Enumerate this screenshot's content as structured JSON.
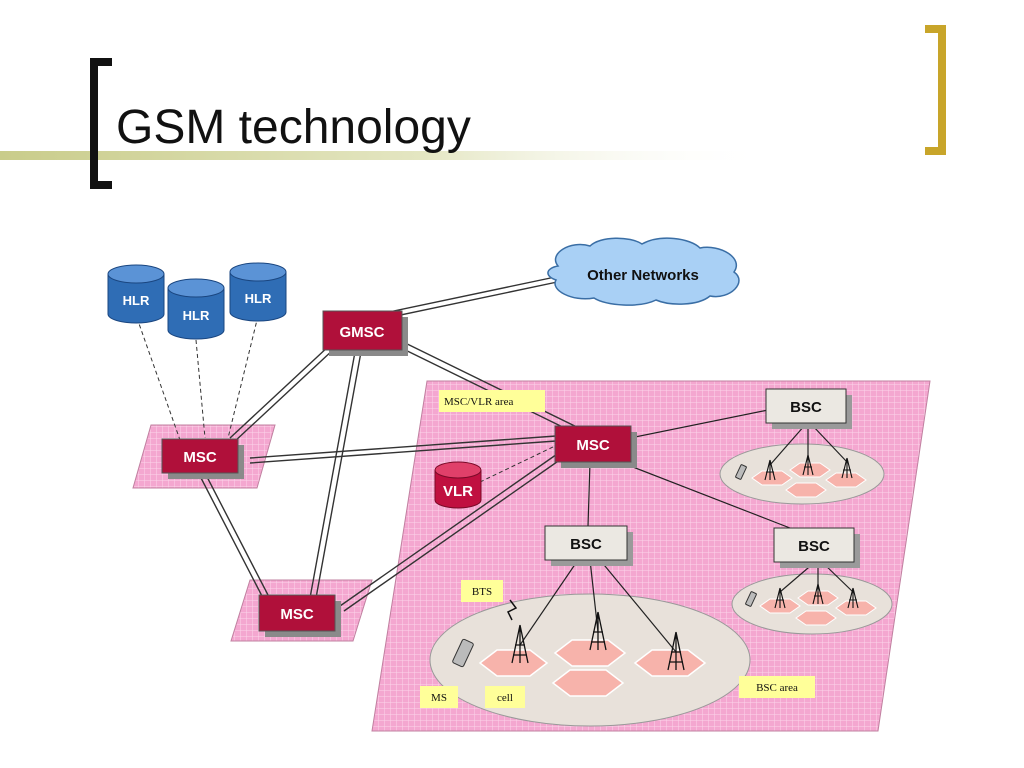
{
  "slide": {
    "title": "GSM technology"
  },
  "diagram": {
    "cloud_label": "Other Networks",
    "gmsc_label": "GMSC",
    "msc_left_label": "MSC",
    "msc_bottom_label": "MSC",
    "msc_center_label": "MSC",
    "hlr_labels": [
      "HLR",
      "HLR",
      "HLR"
    ],
    "vlr_label": "VLR",
    "bsc_top_right_label": "BSC",
    "bsc_center_label": "BSC",
    "bsc_right_label": "BSC",
    "tags": {
      "msc_vlr_area": "MSC/VLR area",
      "bts": "BTS",
      "ms": "MS",
      "cell": "cell",
      "bsc_area": "BSC area"
    }
  },
  "colors": {
    "title_accent": "#c8a52a",
    "title_bar": "#c9cc8a",
    "msc_fill": "#b0103a",
    "hlr_fill": "#2f6db5",
    "vlr_fill": "#c01040",
    "area_fill": "#f4a7d0",
    "bsc_fill": "#ebe8e2",
    "tag_fill": "#ffff99",
    "cloud_fill": "#a9d0f5",
    "cell_fill": "#f7b3ab"
  }
}
